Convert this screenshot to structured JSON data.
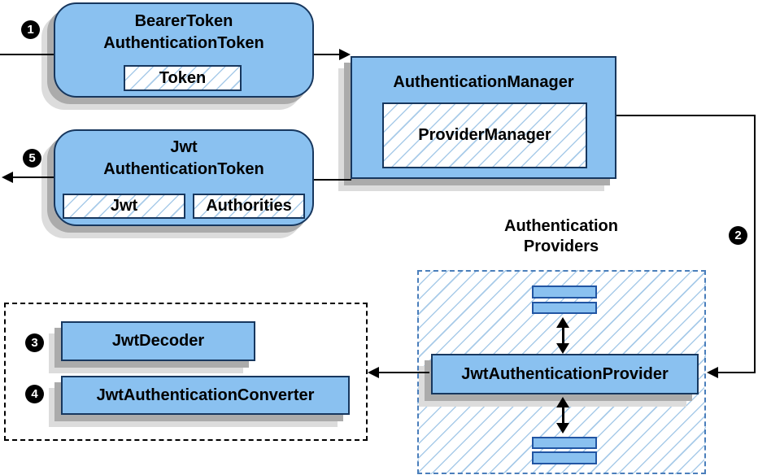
{
  "badges": {
    "b1": "1",
    "b2": "2",
    "b3": "3",
    "b4": "4",
    "b5": "5"
  },
  "bearer_token_box": {
    "title_line1": "BearerToken",
    "title_line2": "AuthenticationToken",
    "field_token": "Token"
  },
  "authentication_manager_box": {
    "title": "AuthenticationManager",
    "inner": "ProviderManager"
  },
  "jwt_token_box": {
    "title_line1": "Jwt",
    "title_line2": "AuthenticationToken",
    "field_jwt": "Jwt",
    "field_authorities": "Authorities"
  },
  "providers_group": {
    "label_line1": "Authentication",
    "label_line2": "Providers",
    "provider": "JwtAuthenticationProvider"
  },
  "converter_group": {
    "decoder": "JwtDecoder",
    "converter": "JwtAuthenticationConverter"
  },
  "colors": {
    "node_fill": "#8AC1F0",
    "node_border": "#17375E",
    "bar_border": "#2155A3",
    "hatch_line": "#A8CBE9",
    "providers_dash_border": "#4A7EBB",
    "shadow_dark": "#ABABAB",
    "shadow_light": "#DCDCDC",
    "arrow": "#000000"
  }
}
